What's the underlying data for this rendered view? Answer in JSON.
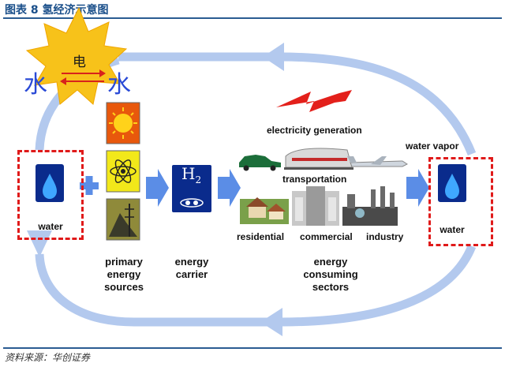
{
  "figure_title": "图表 8   氢经济示意图",
  "source": "资料来源：华创证券",
  "sun": {
    "center_char": "电",
    "left_char": "水",
    "right_char": "水"
  },
  "left_water": {
    "label": "water"
  },
  "right_water": {
    "label": "water",
    "vapor_label": "water vapor"
  },
  "primary": {
    "label": "primary energy sources"
  },
  "carrier": {
    "label": "energy carrier",
    "tile_text": "H",
    "tile_sub": "2"
  },
  "uses": {
    "electricity": "electricity generation",
    "transportation": "transportation",
    "residential": "residential",
    "commercial": "commercial",
    "industry": "industry"
  },
  "sectors": {
    "label": "energy consuming sectors"
  },
  "colors": {
    "cycle_arrow": "#a9c2ea",
    "flow_arrow": "#5b8de6",
    "dash_box": "#e01a1a",
    "water_tile": "#0a2b8c",
    "title_blue": "#1a4f8a"
  }
}
